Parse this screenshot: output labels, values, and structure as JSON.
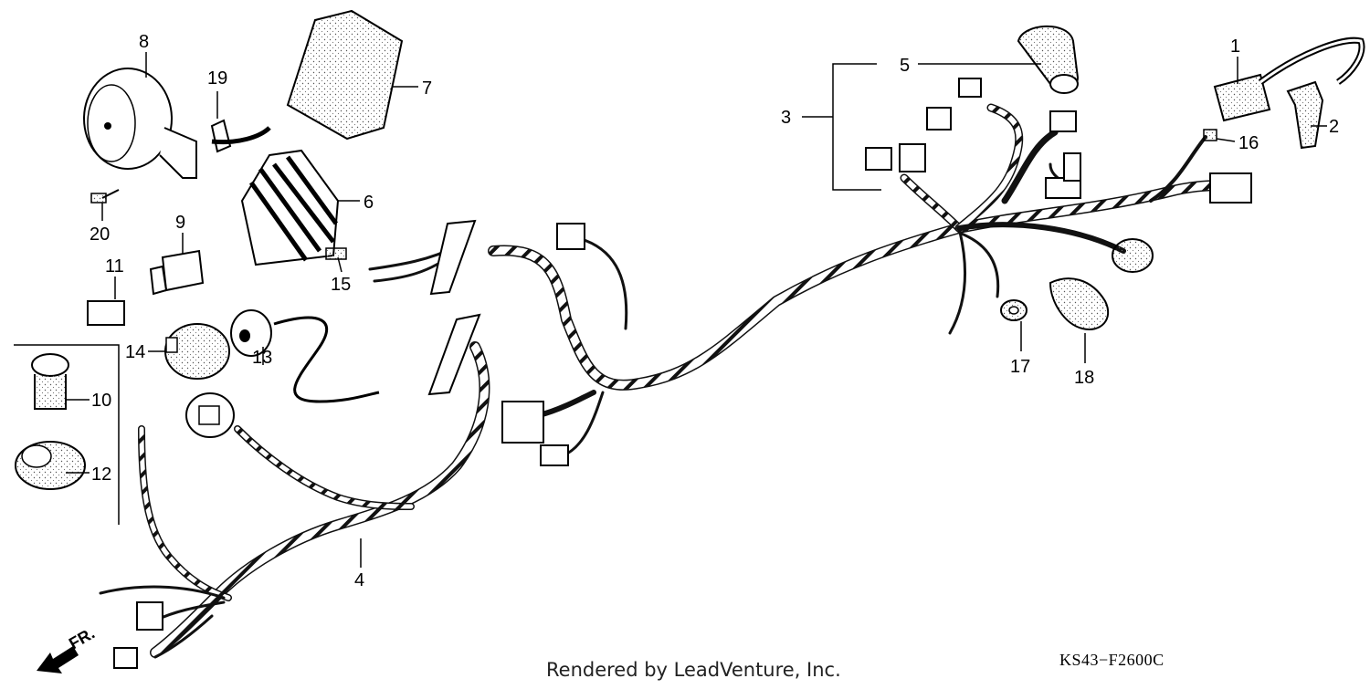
{
  "diagram": {
    "callouts": [
      "1",
      "2",
      "3",
      "4",
      "5",
      "6",
      "7",
      "8",
      "9",
      "10",
      "11",
      "12",
      "13",
      "14",
      "15",
      "16",
      "17",
      "18",
      "19",
      "20"
    ],
    "front_marker": "FR.",
    "footer": "Rendered by LeadVenture, Inc.",
    "diagram_code": "KS43−F2600C"
  }
}
